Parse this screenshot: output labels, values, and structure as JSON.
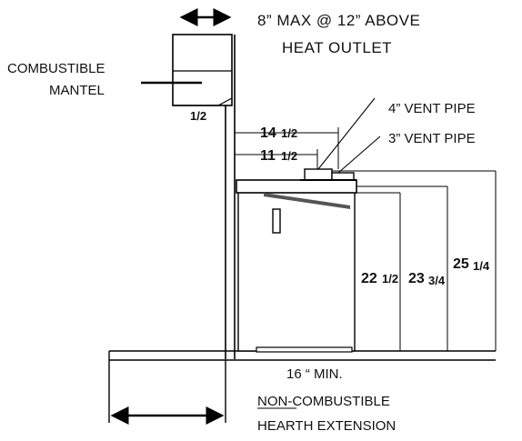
{
  "labels": {
    "mantel_clearance": "8” MAX @ 12” ABOVE",
    "heat_outlet": "HEAT OUTLET",
    "mantel_line1": "COMBUSTIBLE",
    "mantel_line2": "MANTEL",
    "vent_4": "4” VENT PIPE",
    "vent_3": "3” VENT PIPE",
    "hearth_min": "16 “ MIN.",
    "hearth_line1": "NON-COMBUSTIBLE",
    "hearth_line2": "HEARTH EXTENSION"
  },
  "dimensions": {
    "setback": "1/2",
    "d14_whole": "14",
    "d14_frac": "1/2",
    "d11_whole": "11",
    "d11_frac": "1/2",
    "d22_whole": "22",
    "d22_frac": "1/2",
    "d23_whole": "23",
    "d23_frac": "3/4",
    "d25_whole": "25",
    "d25_frac": "1/4"
  }
}
